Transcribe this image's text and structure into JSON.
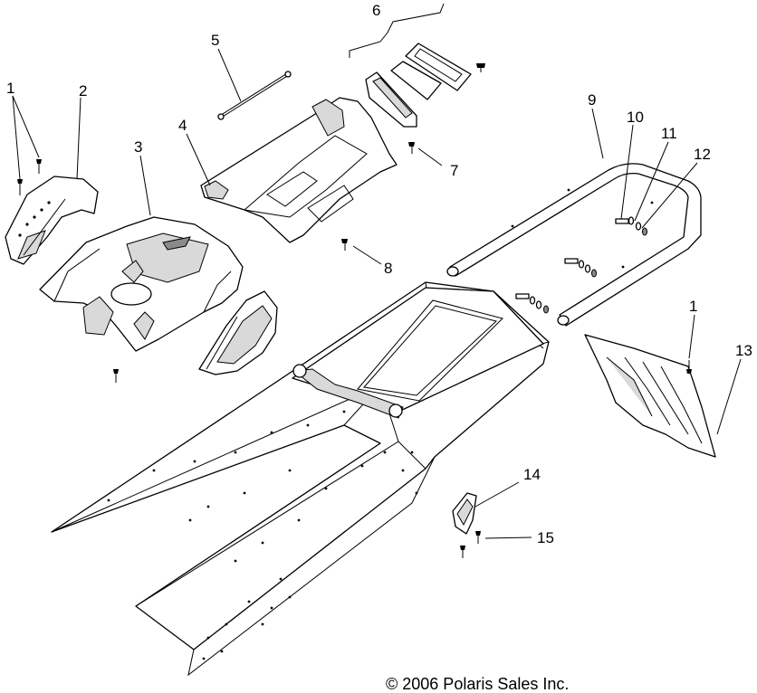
{
  "diagram": {
    "callouts": [
      {
        "id": "c1a",
        "label": "1"
      },
      {
        "id": "c2",
        "label": "2"
      },
      {
        "id": "c3",
        "label": "3"
      },
      {
        "id": "c4",
        "label": "4"
      },
      {
        "id": "c5",
        "label": "5"
      },
      {
        "id": "c6",
        "label": "6"
      },
      {
        "id": "c7",
        "label": "7"
      },
      {
        "id": "c8",
        "label": "8"
      },
      {
        "id": "c9",
        "label": "9"
      },
      {
        "id": "c10",
        "label": "10"
      },
      {
        "id": "c11",
        "label": "11"
      },
      {
        "id": "c12",
        "label": "12"
      },
      {
        "id": "c1b",
        "label": "1"
      },
      {
        "id": "c13",
        "label": "13"
      },
      {
        "id": "c14",
        "label": "14"
      },
      {
        "id": "c15",
        "label": "15"
      }
    ],
    "copyright": "©  2006 Polaris Sales Inc."
  }
}
